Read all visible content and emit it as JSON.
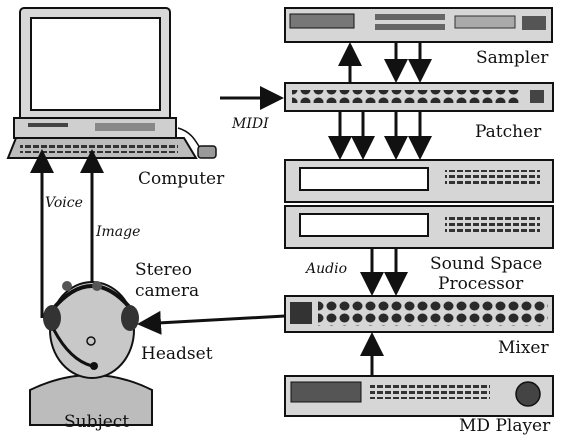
{
  "labels": {
    "sampler": "Sampler",
    "patcher": "Patcher",
    "computer": "Computer",
    "sound_space_line1": "Sound Space",
    "sound_space_line2": "Processor",
    "mixer": "Mixer",
    "md_player": "MD Player",
    "stereo_line1": "Stereo",
    "stereo_line2": "camera",
    "headset": "Headset",
    "subject": "Subject"
  },
  "signals": {
    "midi": "MIDI",
    "voice": "Voice",
    "image": "Image",
    "audio": "Audio"
  }
}
